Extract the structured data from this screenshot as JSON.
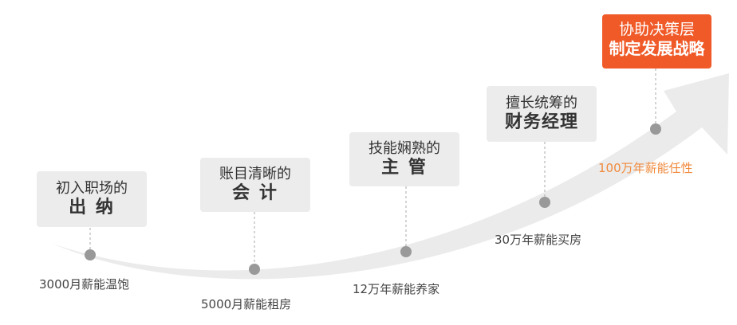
{
  "stages": [
    {
      "sub": "初入职场的",
      "main": "出 纳",
      "income": "3000月薪能温饱",
      "highlight": false
    },
    {
      "sub": "账目清晰的",
      "main": "会 计",
      "income": "5000月薪能租房",
      "highlight": false
    },
    {
      "sub": "技能娴熟的",
      "main": "主 管",
      "income": "12万年薪能养家",
      "highlight": false
    },
    {
      "sub": "擅长统筹的",
      "main": "财务经理",
      "income": "30万年薪能买房",
      "highlight": false
    },
    {
      "sub": "协助决策层",
      "main": "制定发展战略",
      "income": "100万年薪能任性",
      "highlight": true
    }
  ],
  "colors": {
    "arrow": "#ebebeb",
    "box": "#ececec",
    "highlight_box": "#f05a28",
    "highlight_text": "#f08a3c",
    "dot": "#999999"
  }
}
